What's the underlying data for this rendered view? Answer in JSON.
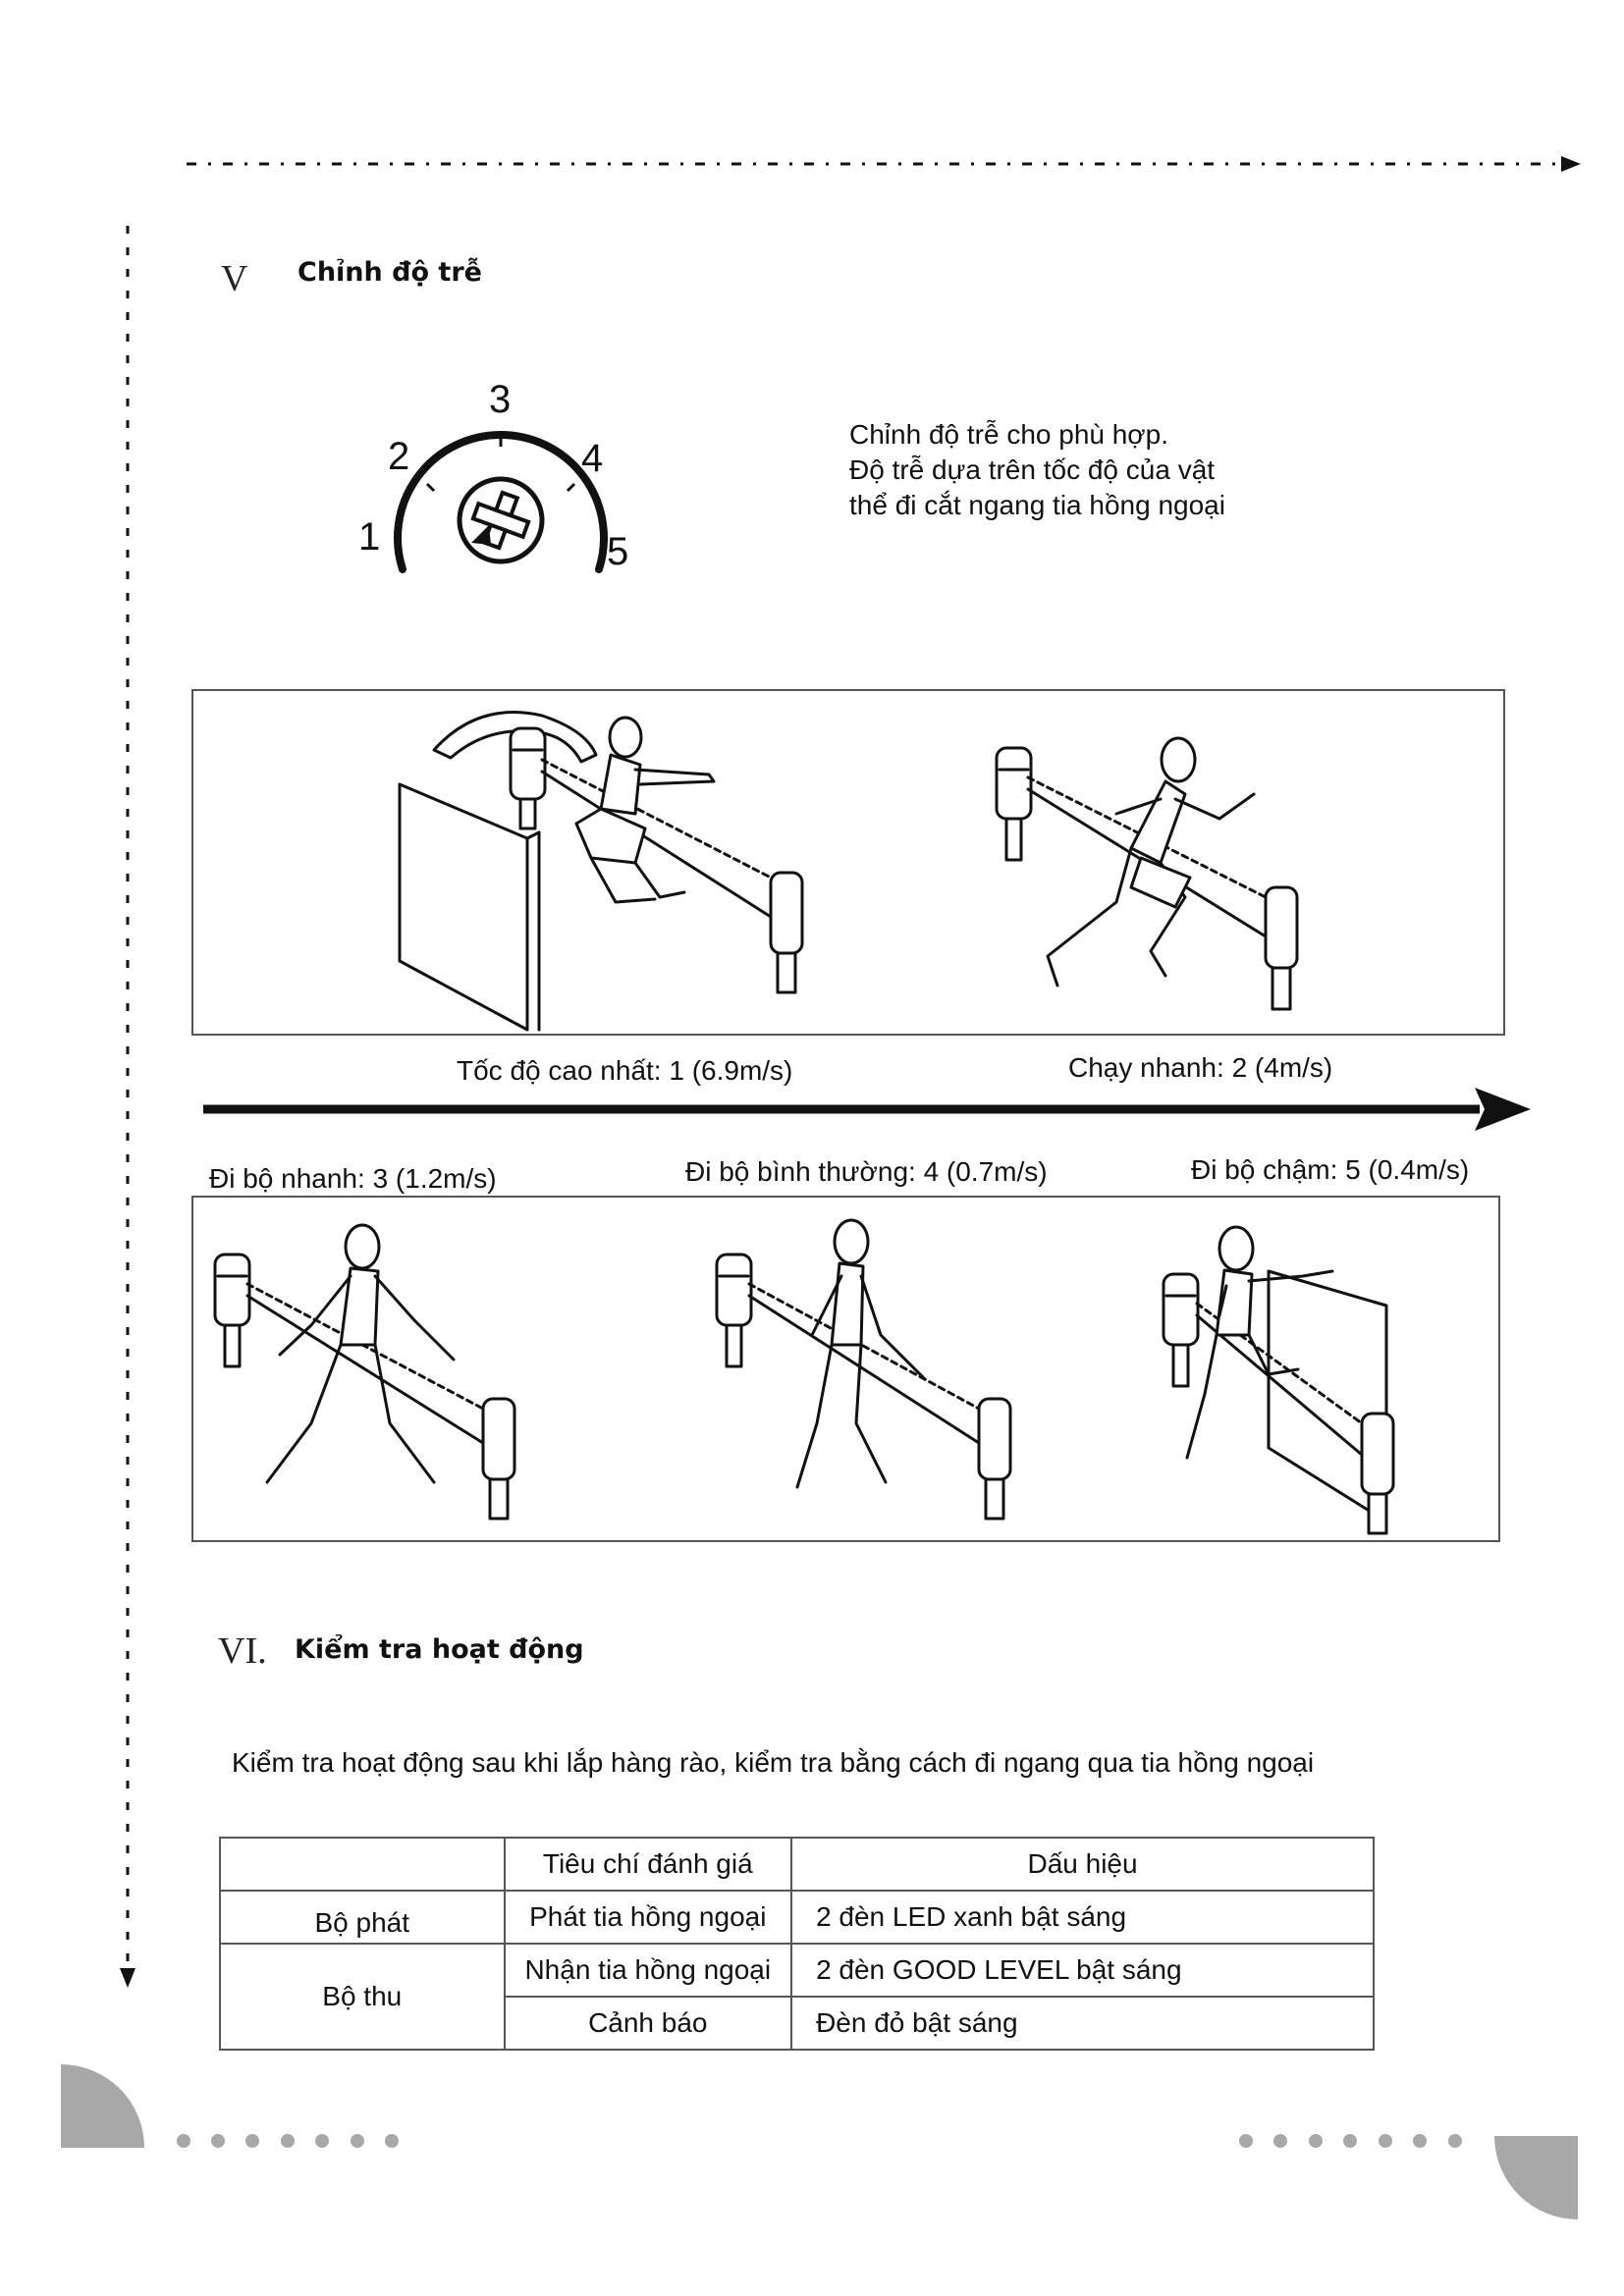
{
  "section5": {
    "number": "V",
    "title": "Chỉnh độ trễ",
    "dial_labels": [
      "1",
      "2",
      "3",
      "4",
      "5"
    ],
    "description": [
      "Chỉnh độ trễ cho phù hợp.",
      "Độ trễ dựa trên tốc độ của vật",
      "thể đi cắt ngang tia hồng ngoại"
    ],
    "speeds": {
      "top_left": "Tốc độ cao nhất: 1 (6.9m/s)",
      "top_right": "Chạy nhanh: 2 (4m/s)",
      "bottom_left": "Đi bộ nhanh: 3 (1.2m/s)",
      "bottom_mid": "Đi bộ bình thường: 4 (0.7m/s)",
      "bottom_right": "Đi bộ chậm: 5 (0.4m/s)"
    }
  },
  "section6": {
    "number": "VI.",
    "title": "Kiểm tra hoạt động",
    "intro": "Kiểm tra hoạt động sau khi lắp hàng rào, kiểm tra bằng cách đi ngang qua tia hồng ngoại",
    "table": {
      "headers": [
        "",
        "Tiêu chí đánh giá",
        "Dấu hiệu"
      ],
      "rows": [
        {
          "device": "Bộ phát",
          "criterion": "Phát tia hồng ngoại",
          "sign": "2 đèn LED xanh bật sáng"
        },
        {
          "device": "Bộ thu",
          "criterion": "Nhận tia hồng ngoại",
          "sign": "2 đèn GOOD LEVEL bật sáng"
        },
        {
          "device": "",
          "criterion": "Cảnh báo",
          "sign": "Đèn đỏ bật sáng"
        }
      ]
    }
  },
  "colors": {
    "accent_gray": "#a8a8a8",
    "line": "#111111"
  }
}
